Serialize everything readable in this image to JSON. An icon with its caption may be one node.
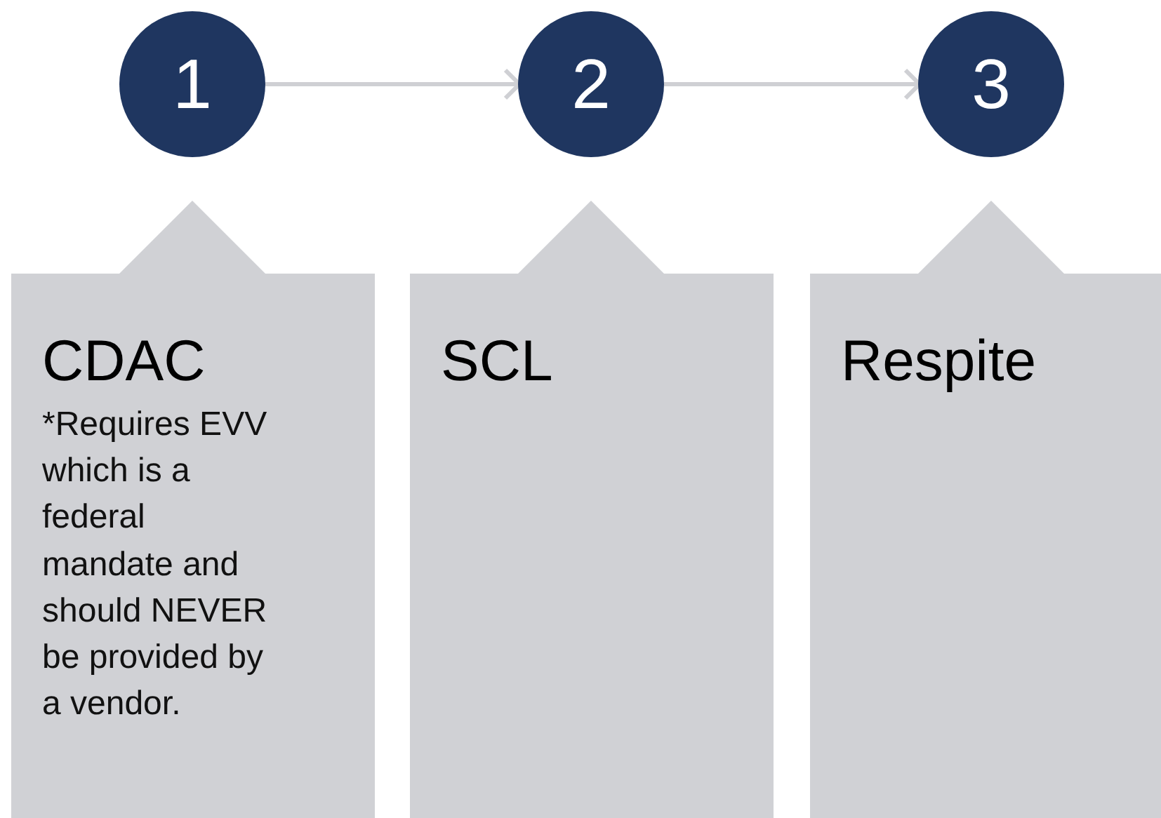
{
  "diagram": {
    "nodes": [
      {
        "text": [
          "1"
        ]
      },
      {
        "text": [
          "2"
        ]
      },
      {
        "text": [
          "3"
        ]
      },
      {
        "text": [
          "CDAC",
          "*Requires EVV which is a federal mandate and should NEVER be provided by a vendor."
        ]
      },
      {
        "text": [
          "SCL"
        ]
      },
      {
        "text": [
          "Respite"
        ]
      }
    ],
    "edges": [
      {
        "from": 0,
        "to": 1,
        "arrow": "to"
      },
      {
        "from": 1,
        "to": 2,
        "arrow": "to"
      }
    ]
  }
}
